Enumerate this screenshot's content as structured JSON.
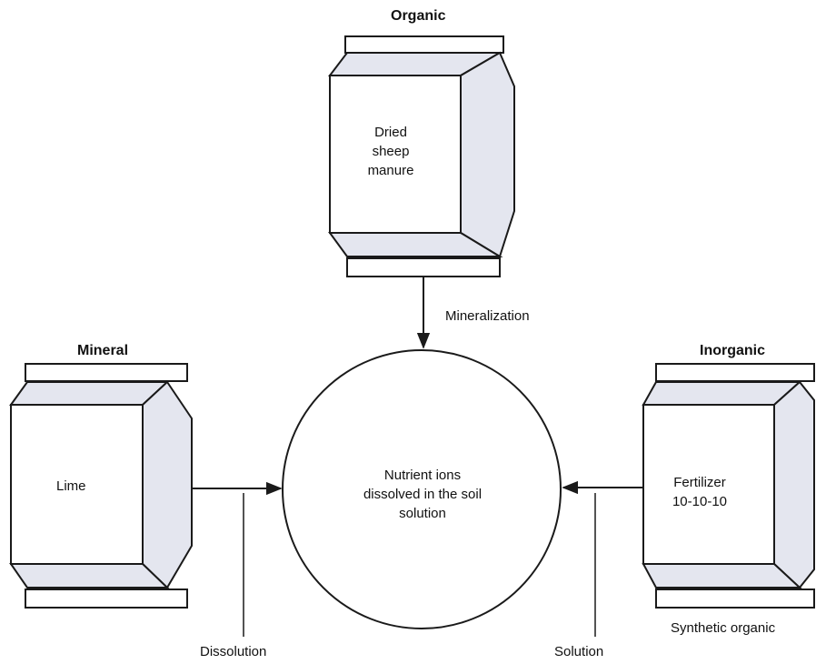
{
  "organic": {
    "heading": "Organic",
    "contents": [
      "Dried",
      "sheep",
      "manure"
    ],
    "process": "Mineralization"
  },
  "mineral": {
    "heading": "Mineral",
    "contents": "Lime",
    "process": "Dissolution"
  },
  "inorganic": {
    "heading": "Inorganic",
    "contents": [
      "Fertilizer",
      "10-10-10"
    ],
    "process": "Solution",
    "caption": "Synthetic organic"
  },
  "center": {
    "lines": [
      "Nutrient ions",
      "dissolved in the soil",
      "solution"
    ]
  },
  "colors": {
    "stroke": "#1a1a1a",
    "shade": "#e4e6ef",
    "background": "#ffffff"
  }
}
